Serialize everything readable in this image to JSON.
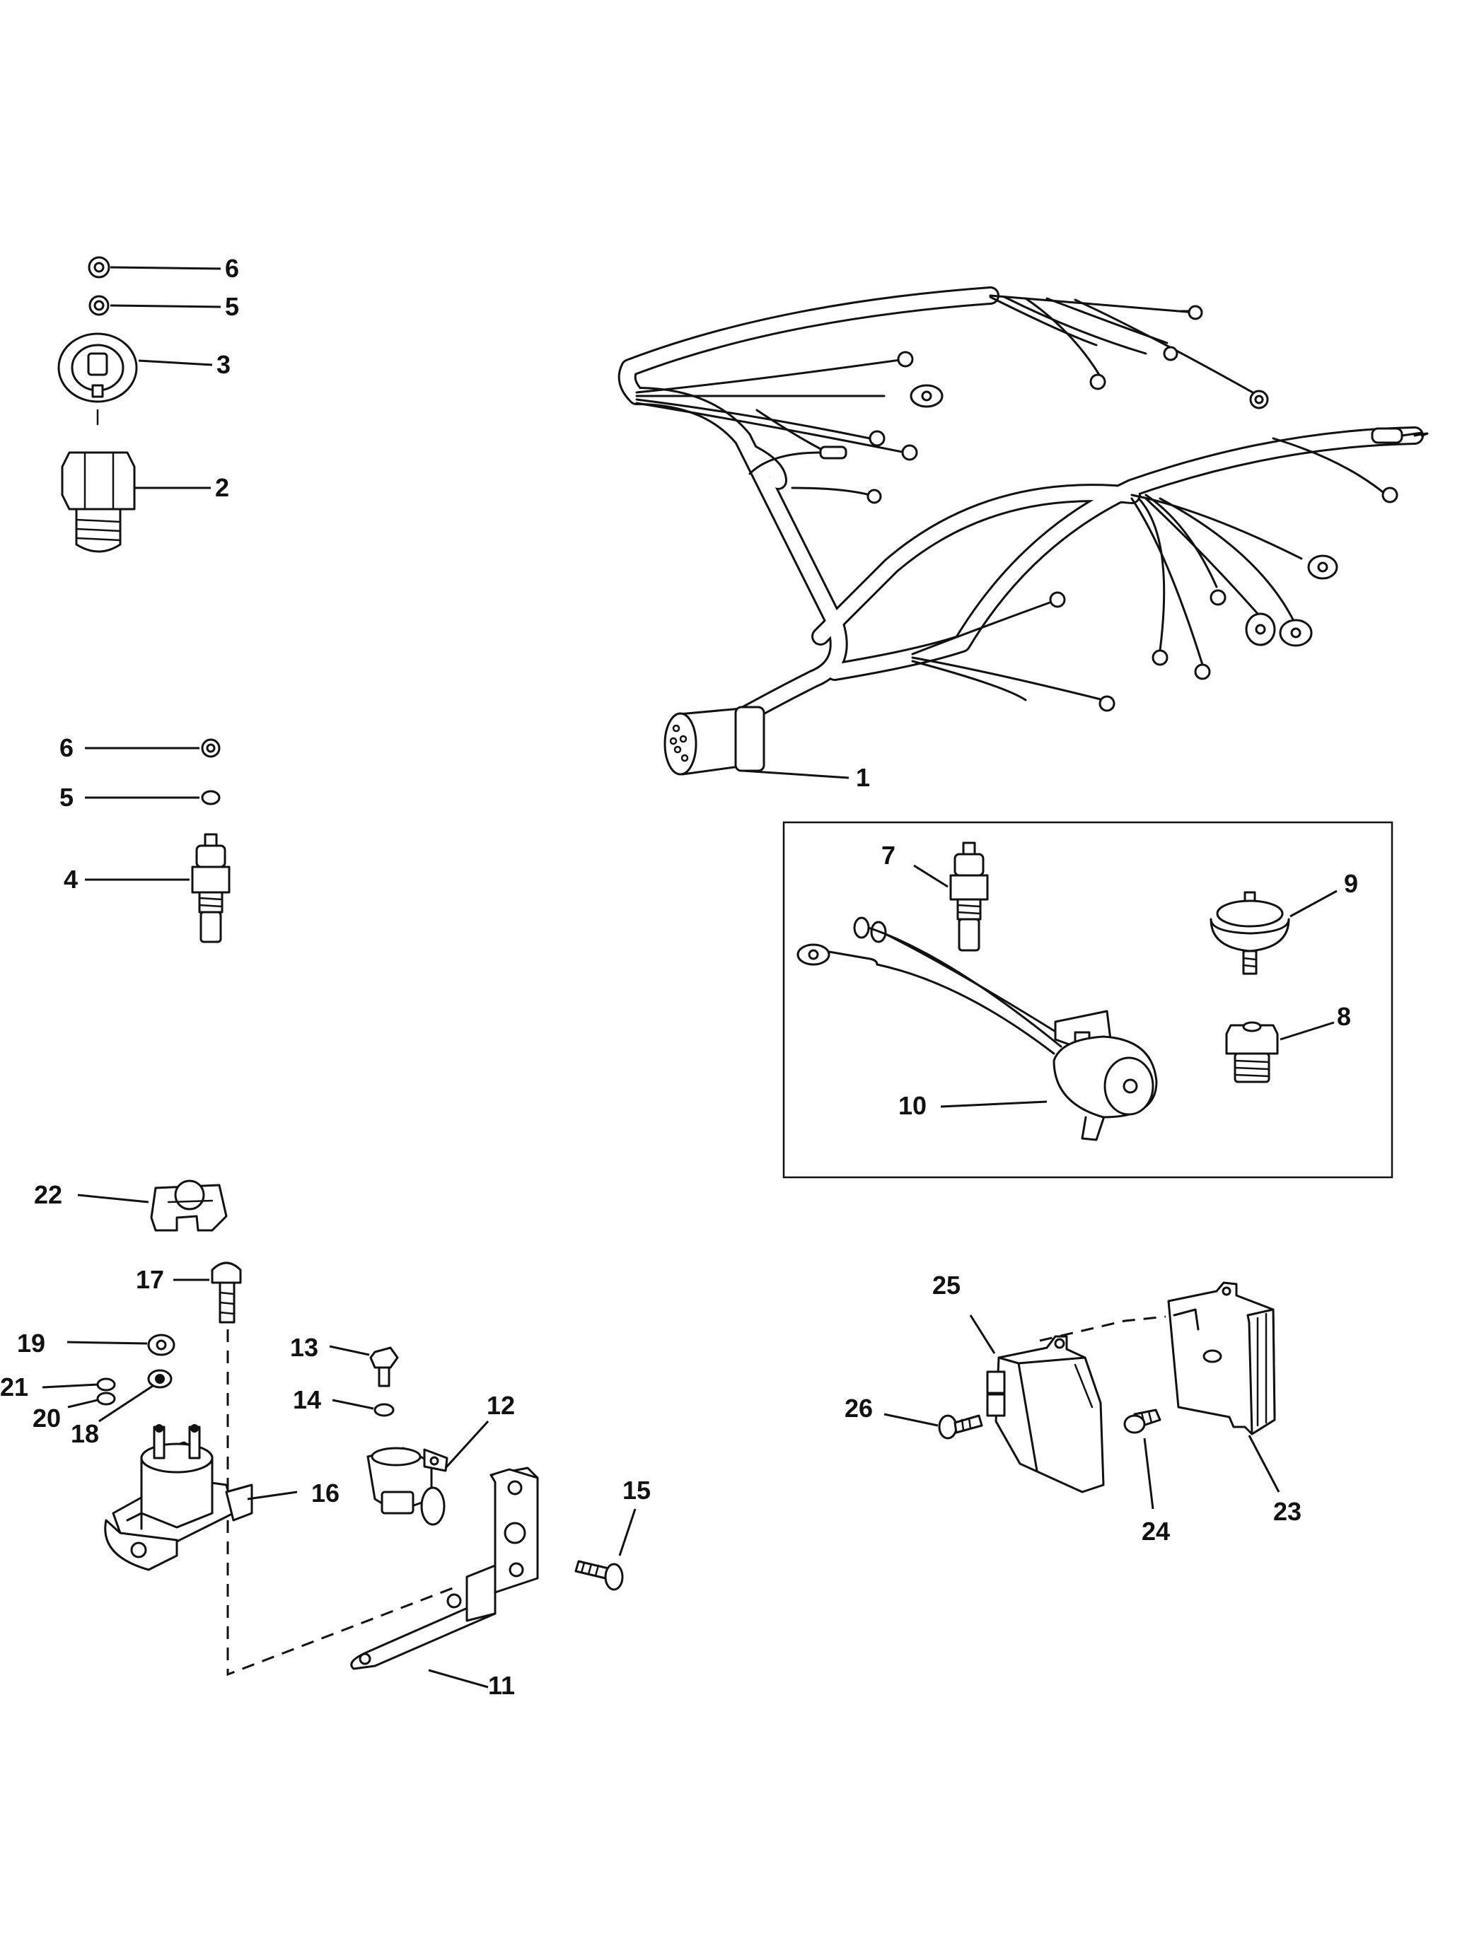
{
  "callouts": {
    "c1": "1",
    "c2": "2",
    "c3": "3",
    "c4": "4",
    "c5a": "5",
    "c5b": "5",
    "c6a": "6",
    "c6b": "6",
    "c7": "7",
    "c8": "8",
    "c9": "9",
    "c10": "10",
    "c11": "11",
    "c12": "12",
    "c13": "13",
    "c14": "14",
    "c15": "15",
    "c16": "16",
    "c17": "17",
    "c18": "18",
    "c19": "19",
    "c20": "20",
    "c21": "21",
    "c22": "22",
    "c23": "23",
    "c24": "24",
    "c25": "25",
    "c26": "26"
  }
}
